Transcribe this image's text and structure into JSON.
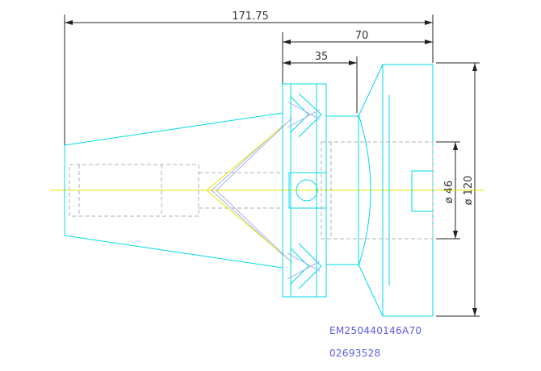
{
  "dimensions": {
    "overall_length": "171.75",
    "flange_to_face": "70",
    "flange_width": "35",
    "diameter_bore": "ø 46",
    "diameter_flange": "ø 120"
  },
  "part": {
    "model_code": "EM250440146A70",
    "serial_number": "02693528"
  },
  "colors": {
    "outline": "#00d8e8",
    "hidden_lines": "#b0b0b0",
    "dimension_lines": "#222222",
    "centerline": "#e6e600",
    "label_text": "#5a5ae6"
  }
}
